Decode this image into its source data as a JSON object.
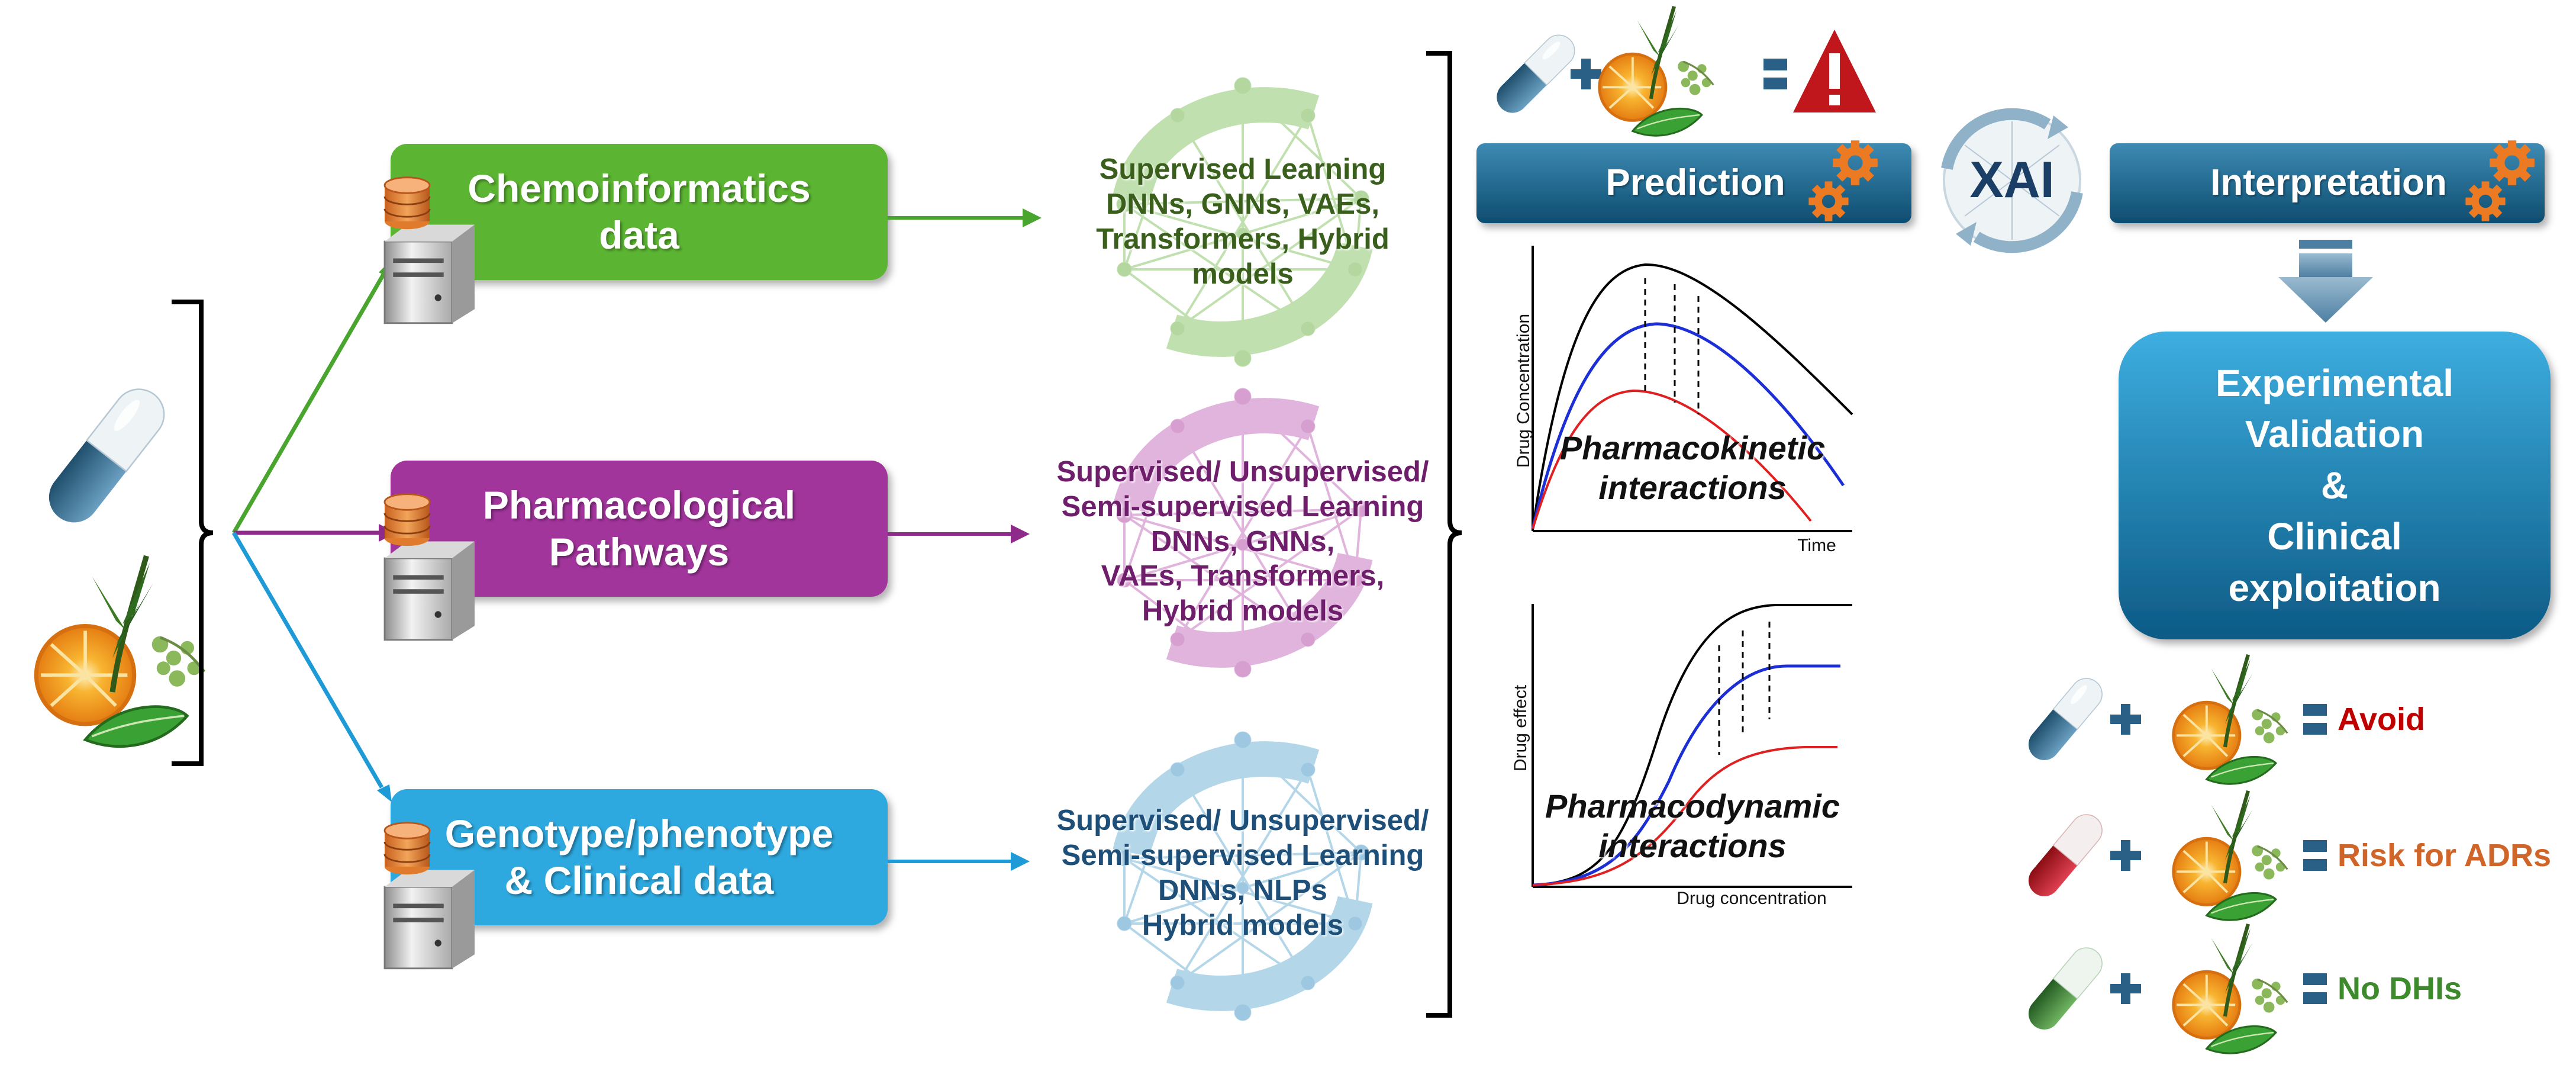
{
  "data_sources": [
    {
      "label_line1": "Chemoinformatics",
      "label_line2": "data",
      "color": "#5bb531"
    },
    {
      "label_line1": "Pharmacological",
      "label_line2": "Pathways",
      "color": "#a2349c"
    },
    {
      "label_line1": "Genotype/phenotype",
      "label_line2": "& Clinical data",
      "color": "#2ea9df"
    }
  ],
  "ml_models": [
    {
      "lines": [
        "Supervised Learning",
        "DNNs, GNNs, VAEs,",
        "Transformers, Hybrid",
        "models"
      ],
      "color": "#3a5f1d"
    },
    {
      "lines": [
        "Supervised/ Unsupervised/",
        "Semi-supervised Learning",
        "DNNs, GNNs,",
        "VAEs, Transformers,",
        "Hybrid models"
      ],
      "color": "#6e1e6b"
    },
    {
      "lines": [
        "Supervised/ Unsupervised/",
        "Semi-supervised Learning",
        "DNNs, NLPs",
        "Hybrid models"
      ],
      "color": "#1d4f79"
    }
  ],
  "prediction": {
    "label": "Prediction"
  },
  "xai": {
    "label": "XAI"
  },
  "interpretation": {
    "label": "Interpretation"
  },
  "pk_plot": {
    "title_line1": "Pharmacokinetic",
    "title_line2": "interactions",
    "xlabel": "Time",
    "ylabel": "Drug Concentration"
  },
  "pd_plot": {
    "title_line1": "Pharmacodynamic",
    "title_line2": "interactions",
    "xlabel": "Drug concentration",
    "ylabel": "Drug effect"
  },
  "experimental": {
    "lines": [
      "Experimental",
      "Validation",
      "&",
      "Clinical",
      "exploitation"
    ]
  },
  "outcomes": [
    {
      "label": "Avoid",
      "color": "#c00000",
      "capsule_color": "#3e7fa3"
    },
    {
      "label": "Risk for ADRs",
      "color": "#d0652a",
      "capsule_color": "#c0202a"
    },
    {
      "label": "No DHIs",
      "color": "#3c8a2c",
      "capsule_color": "#3c8a3a"
    }
  ],
  "colors": {
    "arrow_green": "#4aa52e",
    "arrow_purple": "#8e2a8a",
    "arrow_blue": "#1e9ad6",
    "header_bar": "#1b6891",
    "operator": "#2a5f86",
    "warning": "#c0171c",
    "gear": "#ec7a22"
  },
  "icons": [
    "capsule-icon",
    "herb-orange-icon",
    "database-server-icon",
    "neural-network-icon",
    "gear-icon",
    "warning-icon",
    "down-arrow-icon"
  ]
}
